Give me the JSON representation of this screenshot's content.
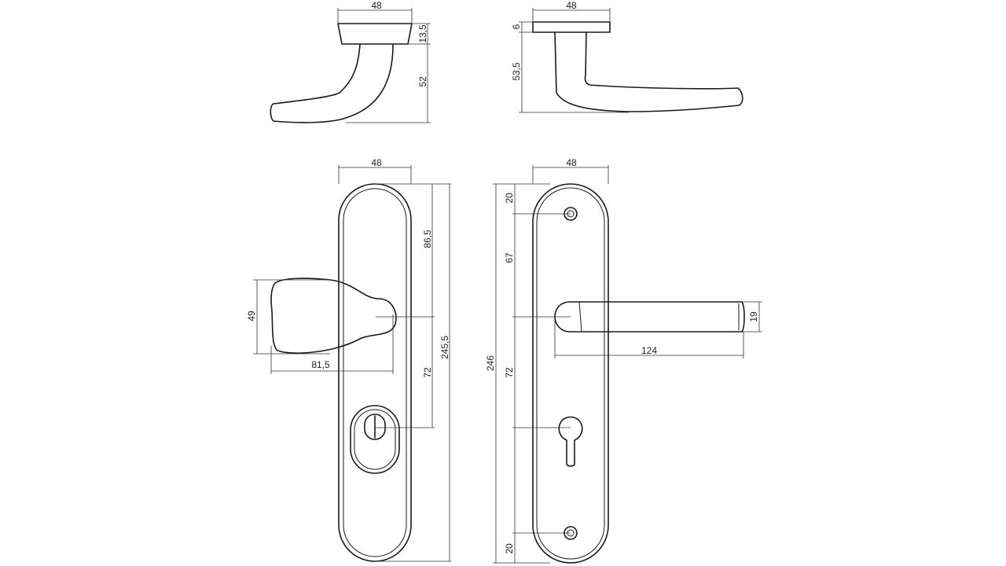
{
  "drawing": {
    "handle_side": {
      "width": "48",
      "rose_height": "13,5",
      "total_height": "52"
    },
    "lever_side": {
      "width": "48",
      "rose_height": "6",
      "lever_height": "53,5"
    },
    "knob_plate": {
      "width": "48",
      "top_to_spindle": "86,5",
      "total_length": "245,5",
      "spindle_to_cylinder": "72",
      "knob_height": "49",
      "knob_length": "81,5"
    },
    "lever_plate": {
      "width": "48",
      "total_length": "246",
      "top_to_screw": "20",
      "screw_to_spindle": "67",
      "spindle_to_keyhole": "72",
      "bottom_to_screw": "20",
      "lever_diameter": "19",
      "lever_length": "124"
    }
  }
}
